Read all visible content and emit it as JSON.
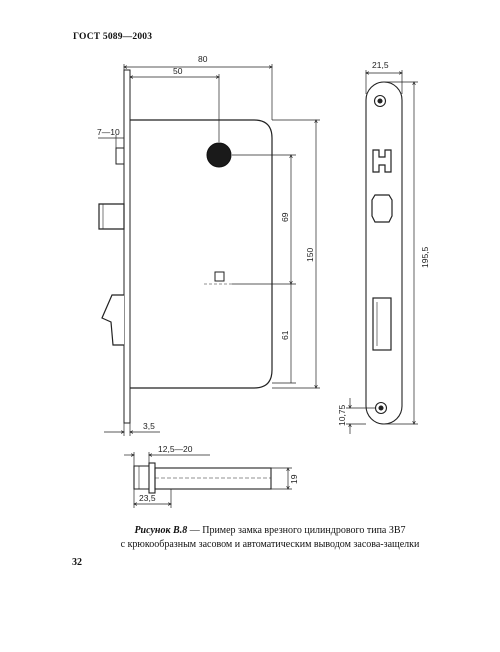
{
  "document": {
    "header": "ГОСТ 5089—2003",
    "page_number": "32"
  },
  "figure": {
    "caption_label": "Рисунок В.8",
    "caption_dash": " — ",
    "caption_line1": "Пример замка врезного цилиндрового типа ЗВ7",
    "caption_line2": "с крюкообразным засовом и автоматическим выводом засова-защелки",
    "dimensions": {
      "width_total": "80",
      "backset": "50",
      "bolt_projection": "7—10",
      "faceplate_thickness": "3,5",
      "distance_69": "69",
      "height_150": "150",
      "distance_61": "61",
      "faceplate_width": "21,5",
      "faceplate_length": "195,5",
      "screw_offset": "10,75",
      "latch_offset": "12,5—20",
      "body_thickness": "19",
      "overall_depth": "23,5"
    }
  }
}
